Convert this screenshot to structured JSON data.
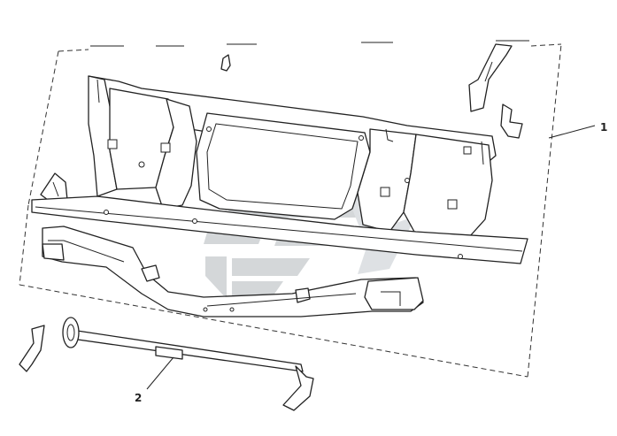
{
  "callouts": [
    {
      "id": "1",
      "label": "1"
    },
    {
      "id": "2",
      "label": "2"
    }
  ],
  "colors": {
    "line": "#222222",
    "watermark": "#b9bec3",
    "watermark_light": "#d4d8db",
    "background": "#ffffff"
  },
  "watermark": {
    "icon": "brand-logo-watermark"
  }
}
